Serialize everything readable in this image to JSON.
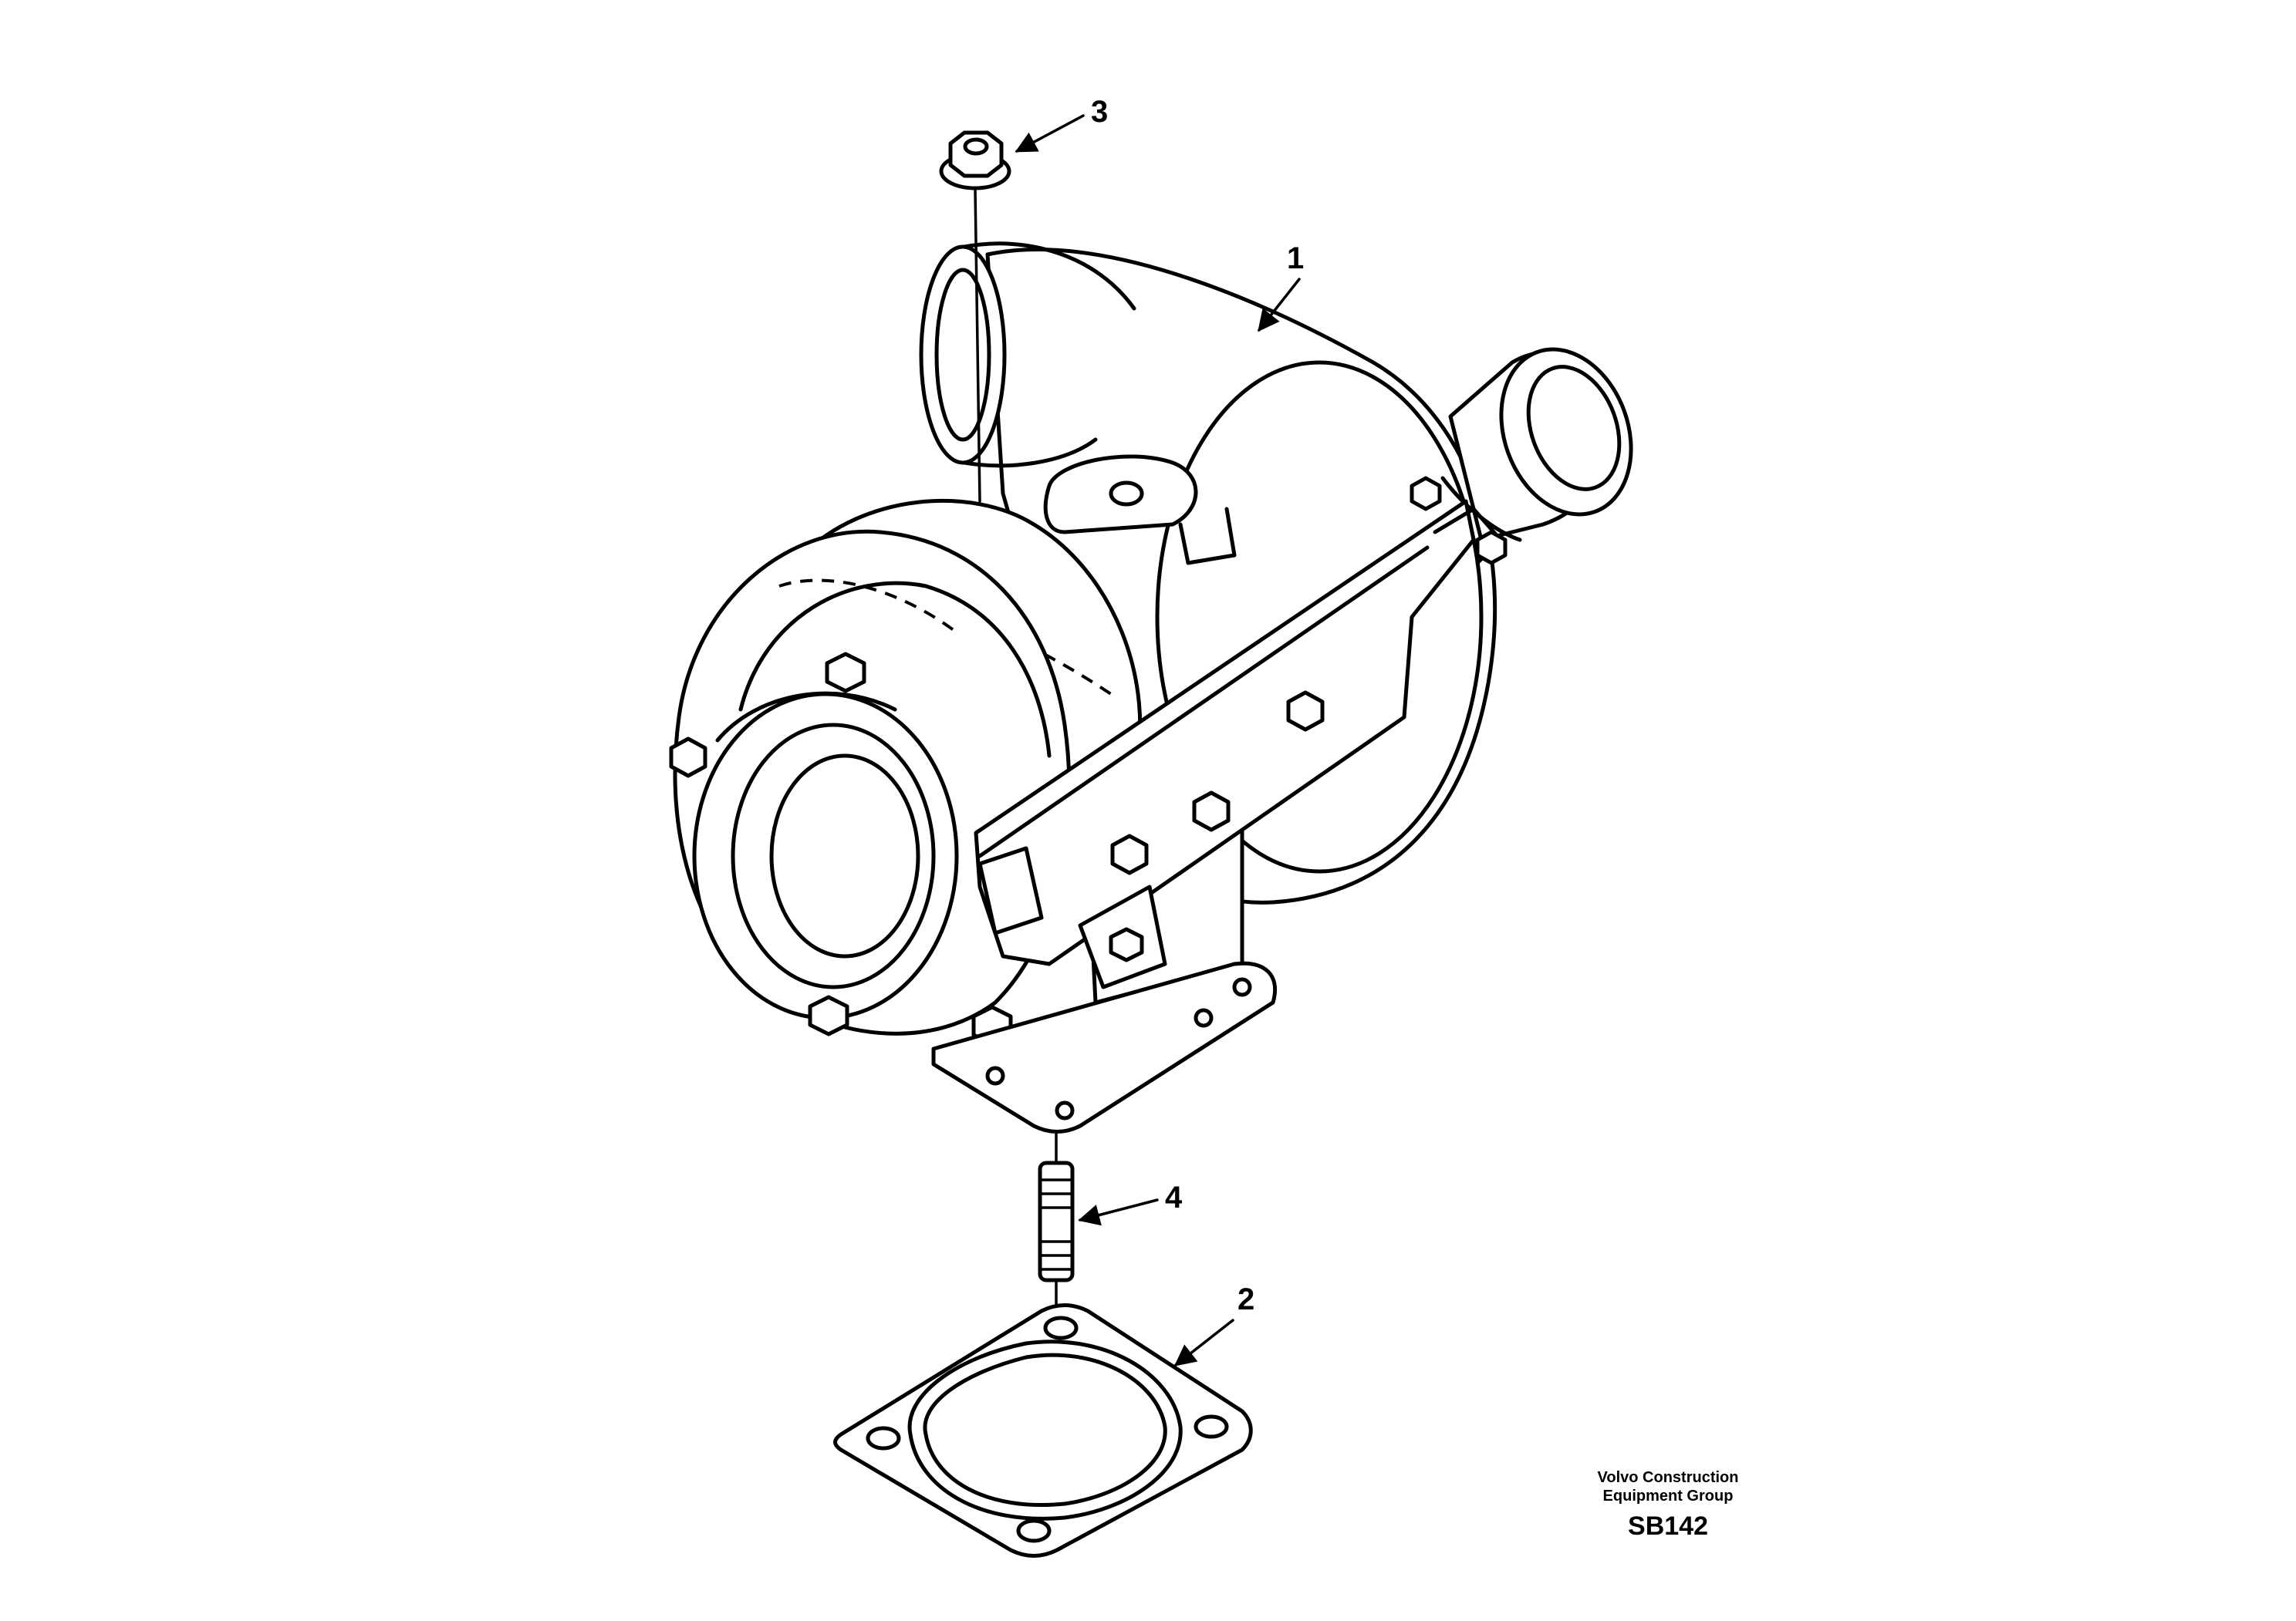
{
  "diagram": {
    "callouts": [
      {
        "id": "1",
        "label": "1"
      },
      {
        "id": "2",
        "label": "2"
      },
      {
        "id": "3",
        "label": "3"
      },
      {
        "id": "4",
        "label": "4"
      }
    ],
    "credit": {
      "line1": "Volvo Construction",
      "line2": "Equipment Group",
      "code": "SB142"
    }
  }
}
